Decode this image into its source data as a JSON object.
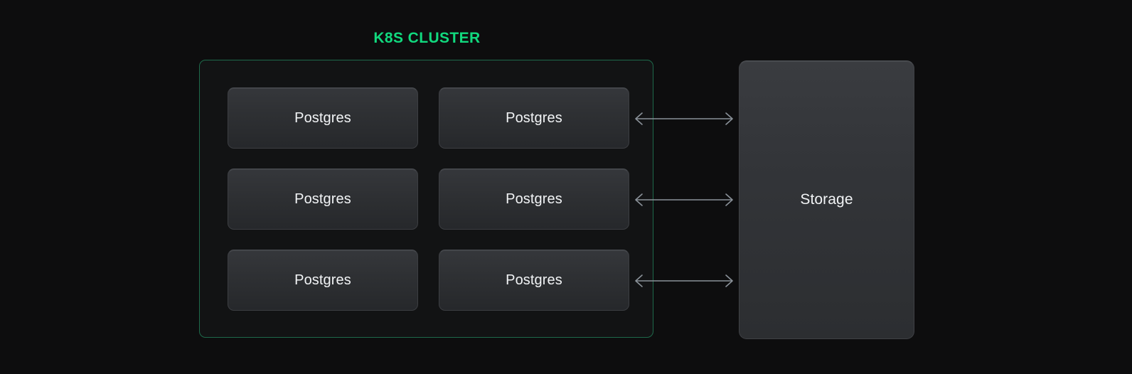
{
  "diagram": {
    "background_color": "#0d0d0e",
    "cluster": {
      "title": "K8S CLUSTER",
      "title_color": "#11d97e",
      "border_color": "#1e6a4b",
      "fill_color": "#121314",
      "nodes": [
        {
          "label": "Postgres"
        },
        {
          "label": "Postgres"
        },
        {
          "label": "Postgres"
        },
        {
          "label": "Postgres"
        },
        {
          "label": "Postgres"
        },
        {
          "label": "Postgres"
        }
      ]
    },
    "connectors": [
      {
        "name": "storage-link-1",
        "icon": "double-arrow-icon",
        "color": "#8a9199"
      },
      {
        "name": "storage-link-2",
        "icon": "double-arrow-icon",
        "color": "#8a9199"
      },
      {
        "name": "storage-link-3",
        "icon": "double-arrow-icon",
        "color": "#8a9199"
      }
    ],
    "storage": {
      "label": "Storage",
      "fill_top_color": "#3a3c40",
      "fill_bottom_color": "#2c2e31"
    }
  }
}
